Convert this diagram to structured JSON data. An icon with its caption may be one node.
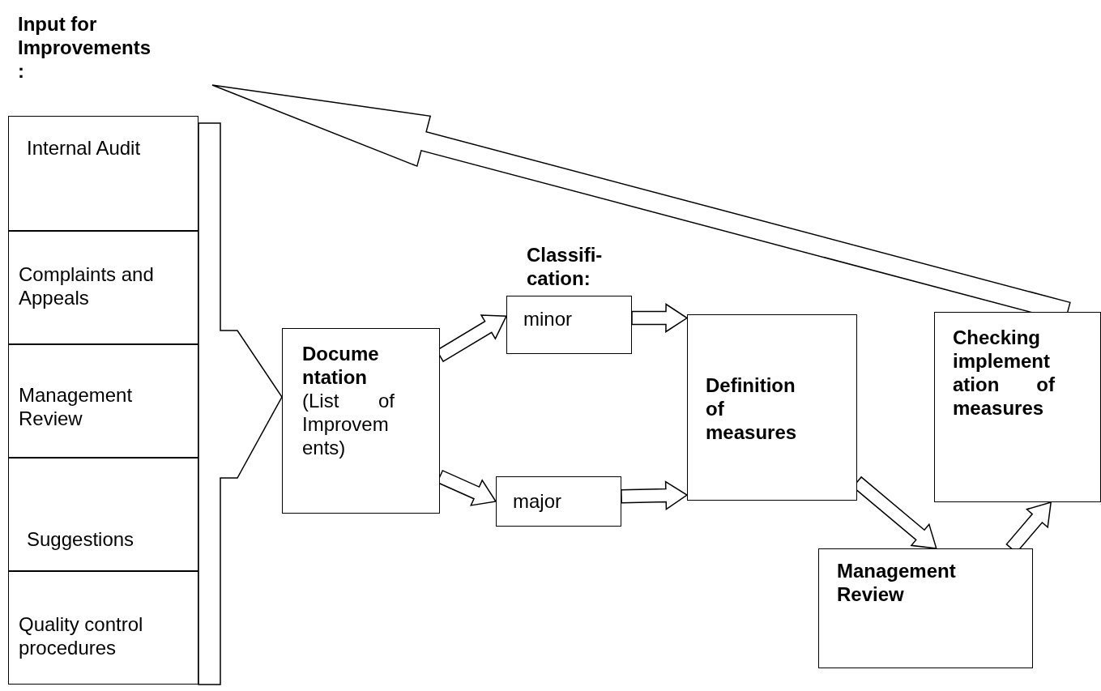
{
  "diagram": {
    "nodes": [
      {
        "text": [
          "Input for Improvements :"
        ]
      },
      {
        "text": [
          "Internal Audit"
        ]
      },
      {
        "text": [
          "Complaints and Appeals"
        ]
      },
      {
        "text": [
          "Management Review"
        ]
      },
      {
        "text": [
          "Suggestions"
        ]
      },
      {
        "text": [
          "Quality control procedures"
        ]
      },
      {
        "text": [
          "Documentation",
          "(List of Improvements)"
        ]
      },
      {
        "text": [
          "minor"
        ]
      },
      {
        "text": [
          "major"
        ]
      },
      {
        "text": [
          "Definition of measures"
        ]
      },
      {
        "text": [
          "Management Review"
        ]
      },
      {
        "text": [
          "Checking implementation of measures"
        ]
      }
    ],
    "edges": [
      {
        "from": 1,
        "to": 6,
        "arrow": "to"
      },
      {
        "from": 2,
        "to": 6,
        "arrow": "to"
      },
      {
        "from": 3,
        "to": 6,
        "arrow": "to"
      },
      {
        "from": 4,
        "to": 6,
        "arrow": "to"
      },
      {
        "from": 5,
        "to": 6,
        "arrow": "to"
      },
      {
        "from": 6,
        "to": 7,
        "arrow": "to"
      },
      {
        "from": 6,
        "to": 8,
        "arrow": "to"
      },
      {
        "from": 7,
        "to": 9,
        "arrow": "to"
      },
      {
        "from": 8,
        "to": 9,
        "arrow": "to"
      },
      {
        "from": 9,
        "to": 10,
        "arrow": "to"
      },
      {
        "from": 10,
        "to": 11,
        "arrow": "to"
      },
      {
        "from": 11,
        "to": 0,
        "arrow": "to"
      }
    ],
    "labels": [
      "Classifi- cation:"
    ]
  }
}
